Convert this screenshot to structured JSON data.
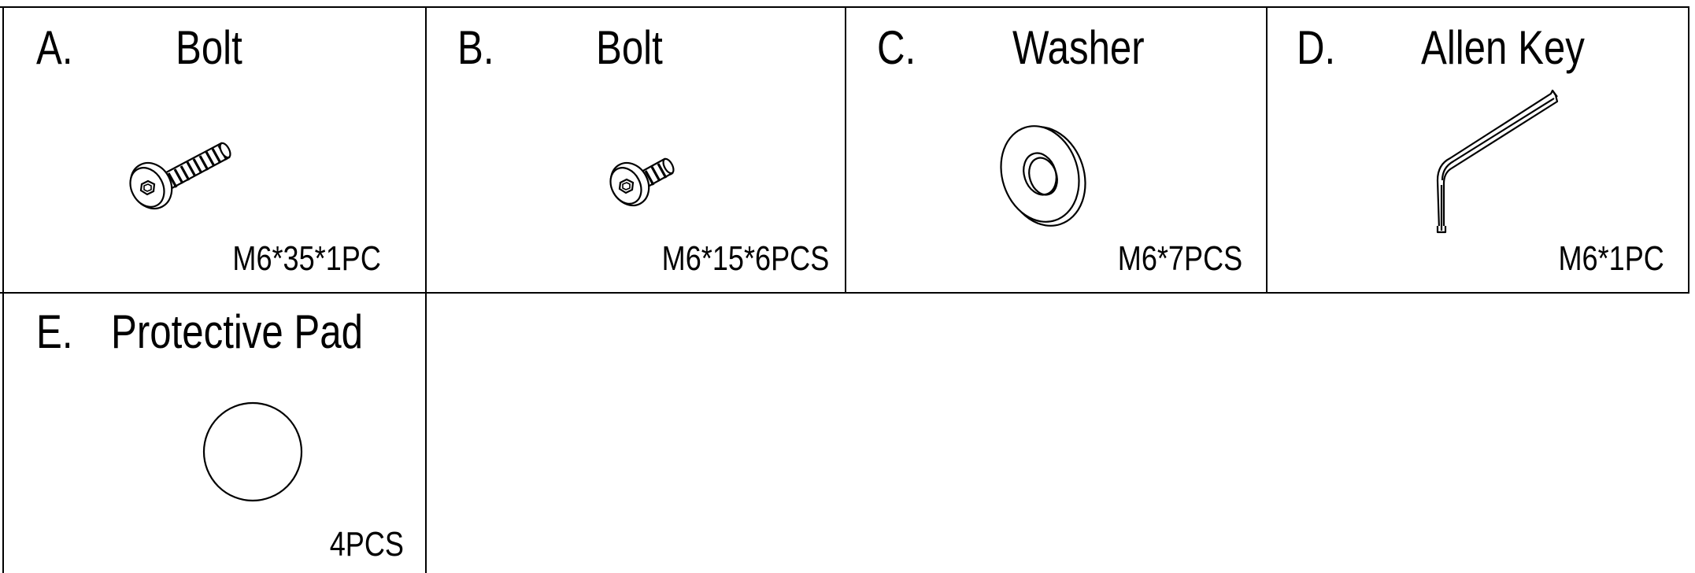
{
  "parts": [
    {
      "letter": "A.",
      "name": "Bolt",
      "spec": "M6*35*1PC",
      "icon": "hex-socket-bolt-long-icon"
    },
    {
      "letter": "B.",
      "name": "Bolt",
      "spec": "M6*15*6PCS",
      "icon": "hex-socket-bolt-short-icon"
    },
    {
      "letter": "C.",
      "name": "Washer",
      "spec": "M6*7PCS",
      "icon": "washer-icon"
    },
    {
      "letter": "D.",
      "name": "Allen Key",
      "spec": "M6*1PC",
      "icon": "allen-key-icon"
    },
    {
      "letter": "E.",
      "name": "Protective Pad",
      "spec": "4PCS",
      "icon": "protective-pad-icon"
    }
  ],
  "colors": {
    "line": "#000000",
    "background": "#ffffff"
  }
}
